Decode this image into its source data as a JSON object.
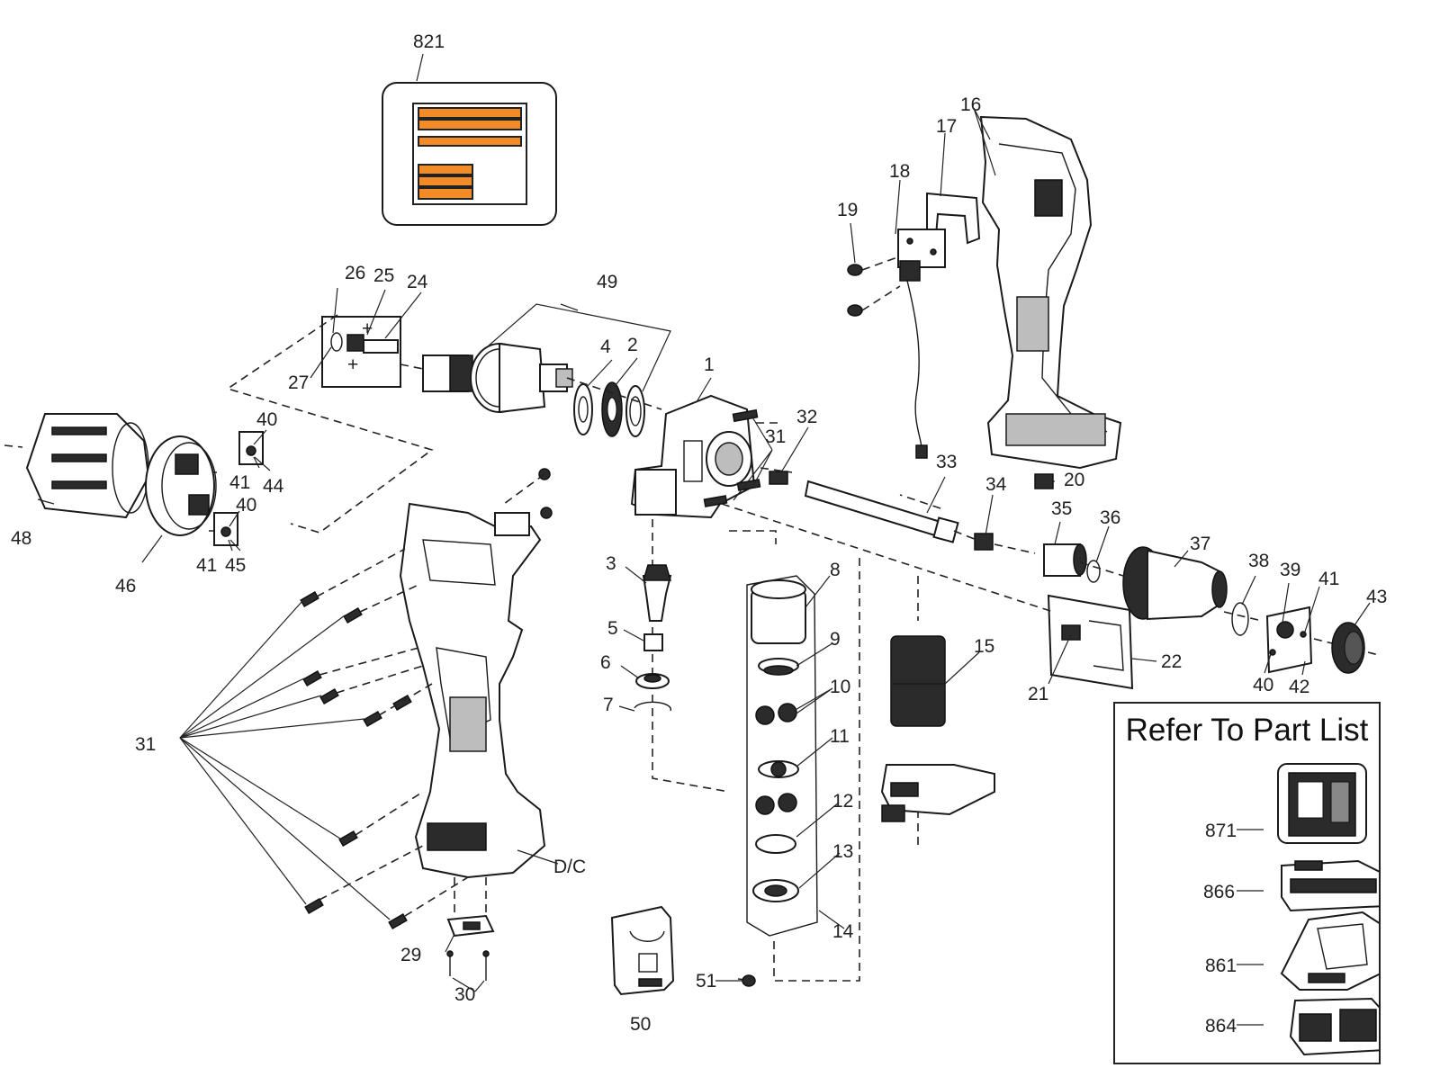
{
  "labels": {
    "l821": "821",
    "l16": "16",
    "l17": "17",
    "l18": "18",
    "l19": "19",
    "l26": "26",
    "l25": "25",
    "l24": "24",
    "l49": "49",
    "l27": "27",
    "l4": "4",
    "l2": "2",
    "l1": "1",
    "l32": "32",
    "l31a": "31",
    "l31b": "31",
    "l40a": "40",
    "l41a": "41",
    "l44": "44",
    "l40b": "40",
    "l41b": "41",
    "l45": "45",
    "l48": "48",
    "l46": "46",
    "l33": "33",
    "l20": "20",
    "l34": "34",
    "l35": "35",
    "l36": "36",
    "l37": "37",
    "l38": "38",
    "l39": "39",
    "l41c": "41",
    "l43": "43",
    "l40c": "40",
    "l42": "42",
    "l3": "3",
    "l5": "5",
    "l6": "6",
    "l7": "7",
    "l8": "8",
    "l9": "9",
    "l10": "10",
    "l11": "11",
    "l12": "12",
    "l13": "13",
    "l14": "14",
    "l15": "15",
    "l21": "21",
    "l22": "22",
    "ldc": "D/C",
    "l29": "29",
    "l30": "30",
    "l50": "50",
    "l51": "51"
  },
  "refer_box": {
    "title": "Refer To Part List",
    "items": [
      "871",
      "866",
      "861",
      "864"
    ]
  },
  "colors": {
    "label_accent": "#f28c28",
    "ink": "#1a1a1a"
  }
}
